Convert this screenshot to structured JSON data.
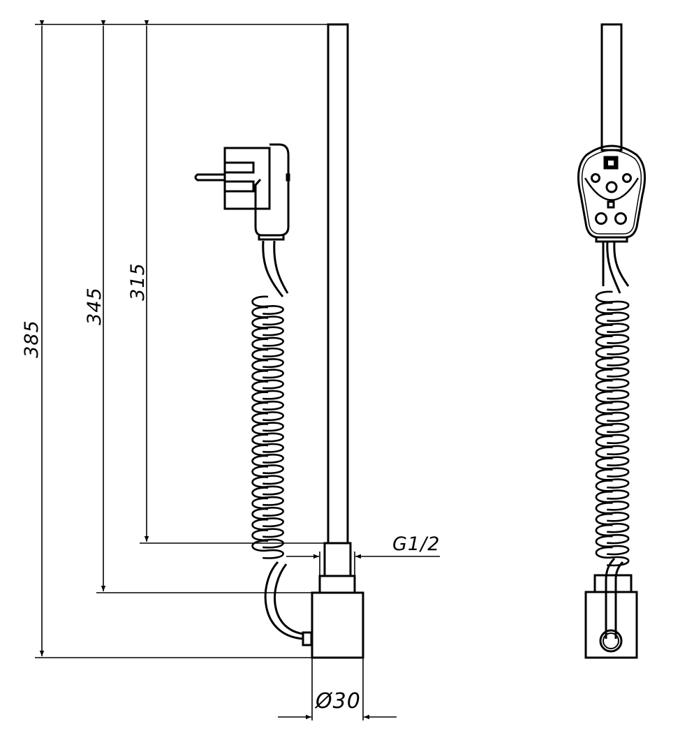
{
  "dimensions": {
    "overall_height": "385",
    "height_to_body": "345",
    "height_to_thread": "315",
    "thread": "G1/2",
    "diameter": "Ø30"
  },
  "colors": {
    "line": "#000000",
    "background": "#ffffff"
  }
}
